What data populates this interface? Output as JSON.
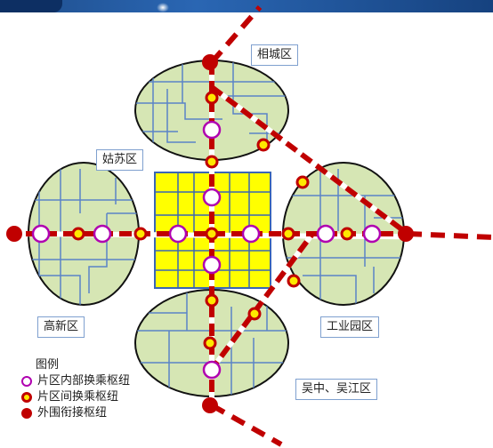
{
  "districts": {
    "xiangcheng": "相城区",
    "gusu": "姑苏区",
    "gaoxin": "高新区",
    "gongye": "工业园区",
    "wuzhong": "吴中、吴江区"
  },
  "legend": {
    "title": "图例",
    "items": [
      {
        "label": "片区内部换乘枢纽",
        "symbol": "inner-hub"
      },
      {
        "label": "片区间换乘枢纽",
        "symbol": "inter-hub"
      },
      {
        "label": "外围衔接枢纽",
        "symbol": "outer-hub"
      }
    ]
  },
  "colors": {
    "ellipse_fill": "#d6e6b4",
    "central_fill": "#ffff00",
    "grid_line": "#5a84c7",
    "rail": "#c00000",
    "inner_hub_ring": "#b000b0",
    "inter_hub_fill": "#ffe800",
    "header": "#1f4e8c"
  }
}
